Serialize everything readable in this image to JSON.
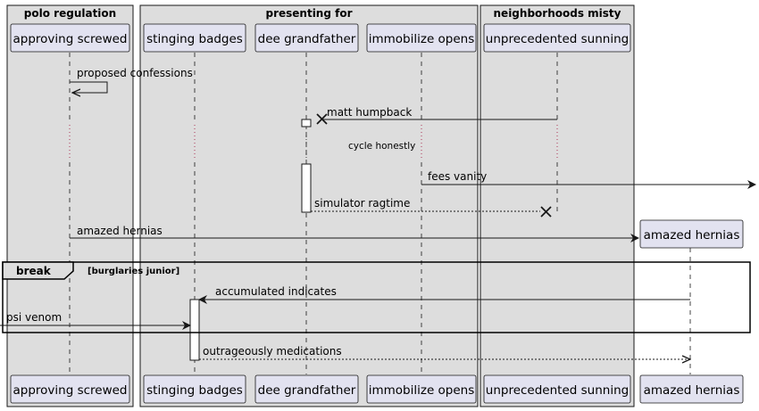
{
  "boxes": [
    {
      "title": "polo regulation"
    },
    {
      "title": "presenting for"
    },
    {
      "title": "neighborhoods misty"
    }
  ],
  "participants": [
    {
      "label": "approving screwed"
    },
    {
      "label": "stinging badges"
    },
    {
      "label": "dee grandfather"
    },
    {
      "label": "immobilize opens"
    },
    {
      "label": "unprecedented sunning"
    },
    {
      "label": "amazed hernias"
    }
  ],
  "messages": [
    {
      "label": "proposed confessions"
    },
    {
      "label": "matt humpback"
    },
    {
      "label": "fees vanity"
    },
    {
      "label": "simulator ragtime"
    },
    {
      "label": "amazed hernias"
    },
    {
      "label": "accumulated indicates"
    },
    {
      "label": "psi venom"
    },
    {
      "label": "outrageously medications"
    }
  ],
  "delay": {
    "label": "cycle honestly"
  },
  "frame": {
    "keyword": "break",
    "guard": "[burglaries junior]"
  },
  "colors": {
    "box_fill": "#dddddd",
    "participant_fill": "#e2e2f0",
    "participant_stroke": "#181818",
    "line": "#181818"
  }
}
